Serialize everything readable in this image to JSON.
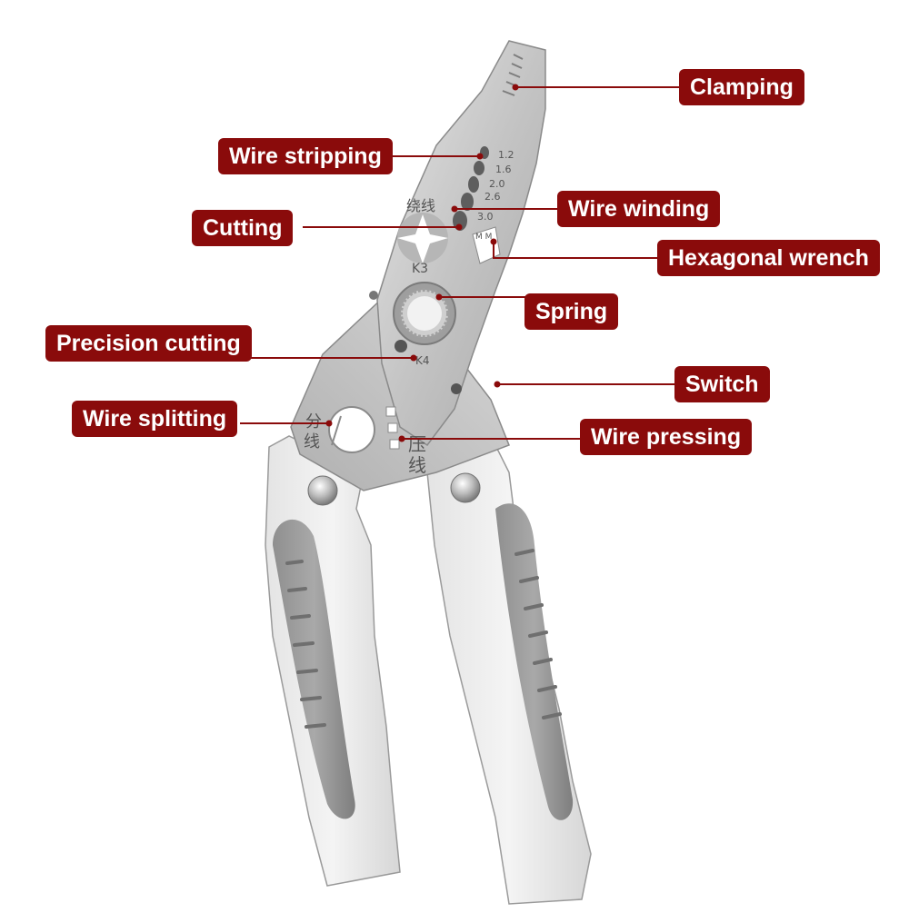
{
  "diagram": {
    "colors": {
      "callout_bg": "#8a0b0b",
      "callout_text": "#ffffff",
      "leader": "#8a0b0b"
    },
    "callouts": {
      "clamping": "Clamping",
      "wire_stripping": "Wire stripping",
      "wire_winding": "Wire winding",
      "cutting": "Cutting",
      "hexagonal_wrench": "Hexagonal wrench",
      "spring": "Spring",
      "precision_cutting": "Precision cutting",
      "switch": "Switch",
      "wire_splitting": "Wire splitting",
      "wire_pressing": "Wire pressing"
    },
    "tool_markings": {
      "gauge_1": "1.2",
      "gauge_2": "1.6",
      "gauge_3": "2.0",
      "gauge_4": "2.6",
      "gauge_5": "3.0",
      "gauge_unit": "M M",
      "k3": "K3",
      "k4": "K4",
      "winding_cn": "绕线",
      "splitting_cn_1": "分",
      "splitting_cn_2": "线",
      "pressing_cn_1": "压",
      "pressing_cn_2": "线"
    }
  }
}
